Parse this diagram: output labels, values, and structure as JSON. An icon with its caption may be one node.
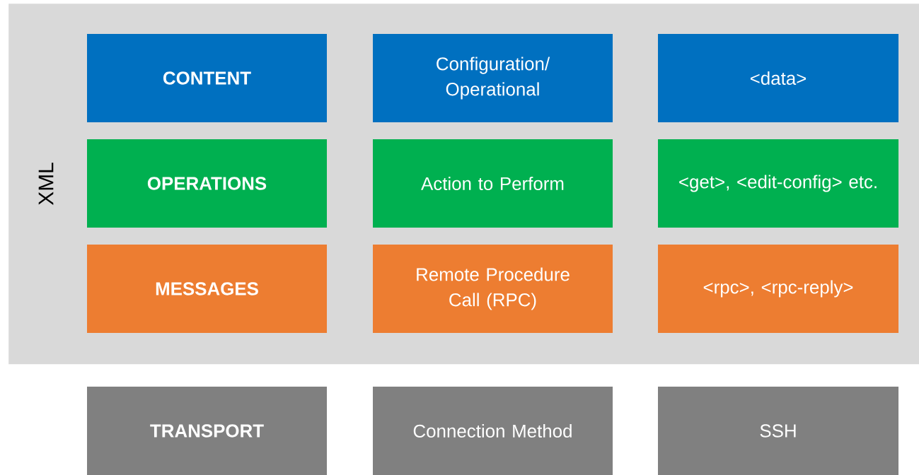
{
  "diagram": {
    "nodes": [
      {
        "text": [
          "XML"
        ]
      },
      {
        "text": [
          "CONTENT"
        ],
        "in": 0
      },
      {
        "text": [
          "Configuration/ Operational"
        ],
        "in": 0
      },
      {
        "text": [
          "<data>"
        ],
        "in": 0
      },
      {
        "text": [
          "OPERATIONS"
        ],
        "in": 0
      },
      {
        "text": [
          "Action to Perform"
        ],
        "in": 0
      },
      {
        "text": [
          "<get>, <edit-config> etc."
        ],
        "in": 0
      },
      {
        "text": [
          "MESSAGES"
        ],
        "in": 0
      },
      {
        "text": [
          "Remote Procedure Call (RPC)"
        ],
        "in": 0
      },
      {
        "text": [
          "<rpc>, <rpc-reply>"
        ],
        "in": 0
      },
      {
        "text": [
          "TRANSPORT"
        ]
      },
      {
        "text": [
          "Connection Method"
        ]
      },
      {
        "text": [
          "SSH"
        ]
      }
    ]
  }
}
